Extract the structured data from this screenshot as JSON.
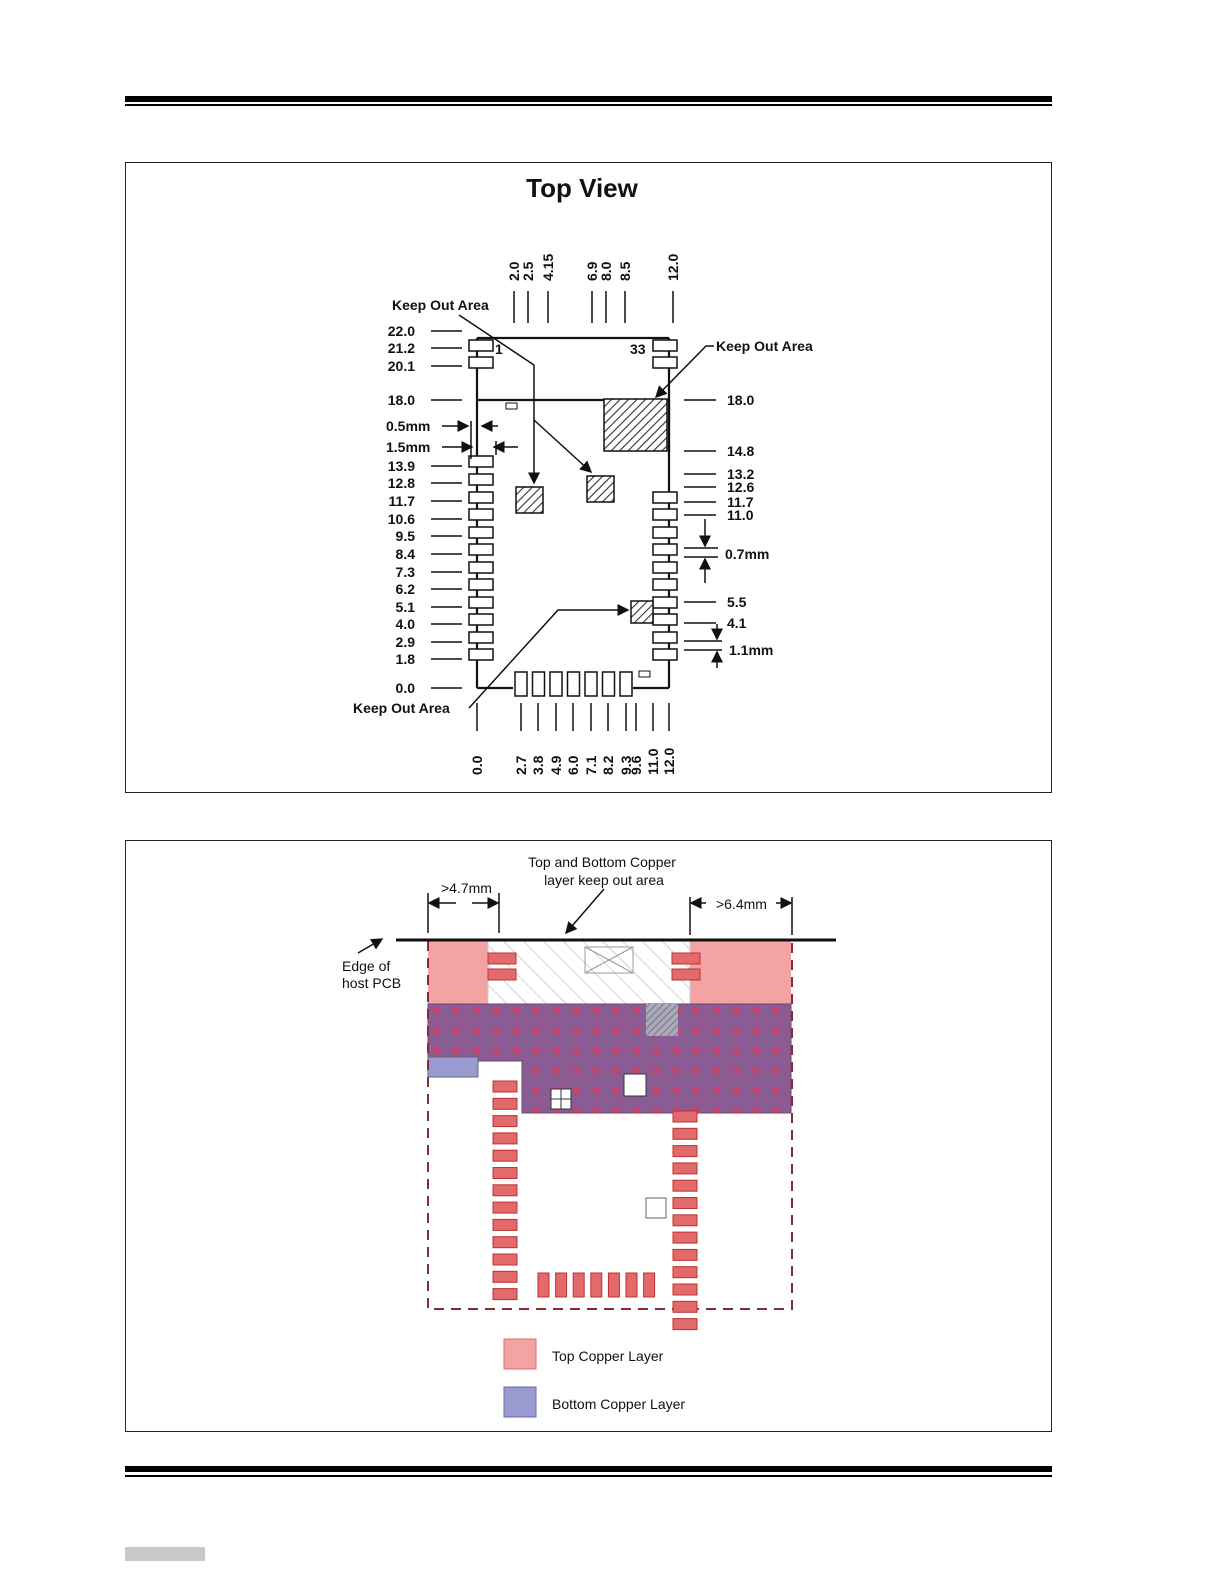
{
  "top_view": {
    "title": "Top View",
    "keep_out_label": "Keep Out Area",
    "pin_first": "1",
    "pin_last": "33",
    "top_dims": [
      "2.0",
      "2.5",
      "4.15",
      "6.9",
      "8.0",
      "8.5",
      "12.0"
    ],
    "bottom_dims": [
      "0.0",
      "2.7",
      "3.8",
      "4.9",
      "6.0",
      "7.1",
      "8.2",
      "9.3",
      "9.6",
      "11.0",
      "12.0"
    ],
    "left_dims": [
      "22.0",
      "21.2",
      "20.1",
      "18.0",
      "13.9",
      "12.8",
      "11.7",
      "10.6",
      "9.5",
      "8.4",
      "7.3",
      "6.2",
      "5.1",
      "4.0",
      "2.9",
      "1.8",
      "0.0"
    ],
    "right_dims": [
      "18.0",
      "14.8",
      "13.2",
      "12.6",
      "11.7",
      "11.0",
      "5.5",
      "4.1"
    ],
    "dim_0_5mm": "0.5mm",
    "dim_1_5mm": "1.5mm",
    "dim_0_7mm": "0.7mm",
    "dim_1_1mm": "1.1mm"
  },
  "placement": {
    "keep_out_line1": "Top and Bottom Copper",
    "keep_out_line2": "layer keep out area",
    "dim_left": ">4.7mm",
    "dim_right": ">6.4mm",
    "edge_line1": "Edge of",
    "edge_line2": "host PCB",
    "legend_top": "Top Copper Layer",
    "legend_bottom": "Bottom Copper Layer",
    "colors": {
      "top_copper": "#f3a3a3",
      "bottom_copper": "#8a5c93",
      "pad": "#e36a6a",
      "legend_bottom": "#9a9ad0"
    }
  }
}
